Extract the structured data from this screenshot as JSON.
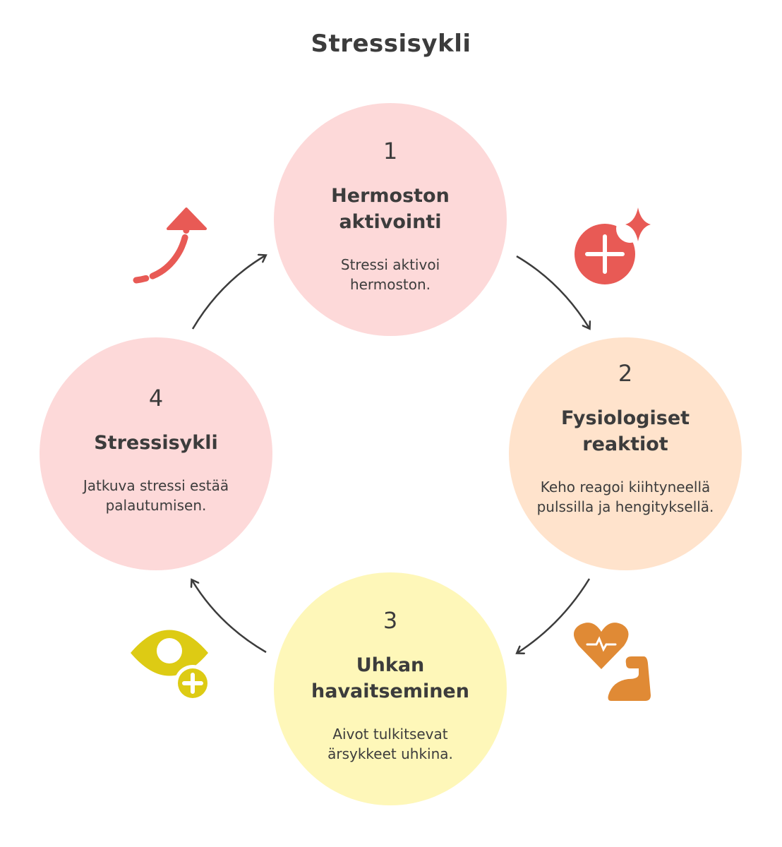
{
  "title": "Stressisykli",
  "colors": {
    "pink": "#FDD9D9",
    "peach": "#FFE3CC",
    "yellow": "#FEF7B9",
    "red": "#E85A55",
    "orange": "#E08A35",
    "olive": "#DDCB14",
    "text": "#3c3c3c"
  },
  "steps": [
    {
      "number": "1",
      "title": "Hermoston aktivointi",
      "description": "Stressi aktivoi hermoston.",
      "icon": "medical-plus-sparkle-icon"
    },
    {
      "number": "2",
      "title": "Fysiologiset reaktiot",
      "description": "Keho reagoi kiihtyneellä pulssilla ja hengityksellä.",
      "icon": "heart-pulse-muscle-icon"
    },
    {
      "number": "3",
      "title": "Uhkan havaitseminen",
      "description": "Aivot tulkitsevat ärsykkeet uhkina.",
      "icon": "eye-plus-icon"
    },
    {
      "number": "4",
      "title": "Stressisykli",
      "description": "Jatkuva stressi estää palautumisen.",
      "icon": "dashed-up-arrow-icon"
    }
  ]
}
